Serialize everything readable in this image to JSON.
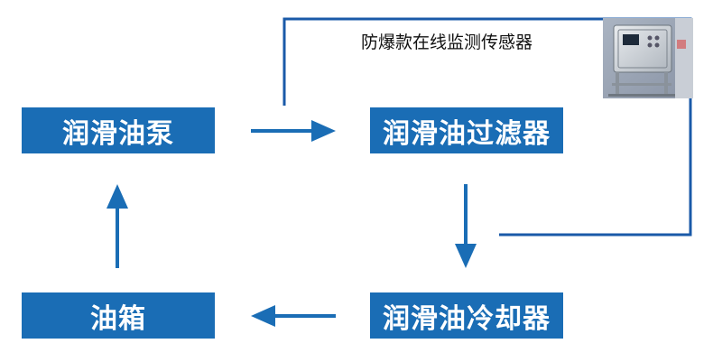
{
  "nodes": {
    "pump": "润滑油泵",
    "filter": "润滑油过滤器",
    "cooler": "润滑油冷却器",
    "tank": "油箱"
  },
  "sensor": {
    "label": "防爆款在线监测传感器",
    "icon": "sensor-cabinet-icon"
  },
  "colors": {
    "box_fill": "#1a6db5",
    "box_text": "#ffffff",
    "arrow": "#1a6db5",
    "sensor_line": "#1a5aa8"
  }
}
